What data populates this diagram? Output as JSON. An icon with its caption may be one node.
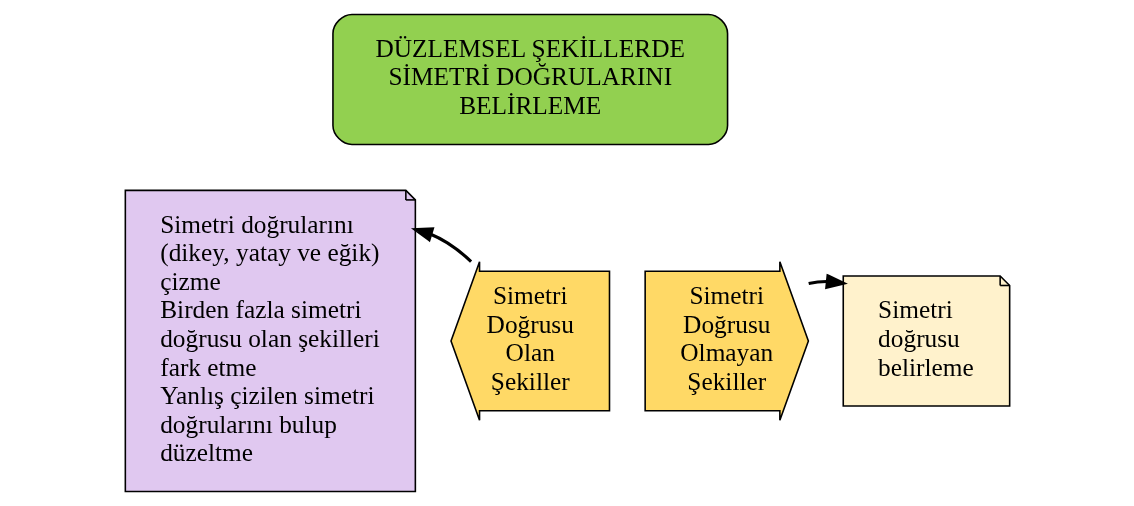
{
  "diagram": {
    "nodes": [
      {
        "text": [
          "DÜZLEMSEL ŞEKİLLERDE SİMETRİ DOĞRULARINI BELİRLEME"
        ]
      },
      {
        "text": [
          "Simetri doğrularını (dikey, yatay ve eğik) çizme",
          "Birden fazla simetri doğrusu olan şekilleri fark etme",
          "Yanlış çizilen simetri doğrularını bulup düzeltme"
        ]
      },
      {
        "text": [
          "Simetri Doğrusu Olan Şekiller"
        ]
      },
      {
        "text": [
          "Simetri Doğrusu Olmayan Şekiller"
        ]
      },
      {
        "text": [
          "Simetri doğrusu belirleme"
        ]
      }
    ],
    "edges": [
      {
        "from": 2,
        "to": 1,
        "arrow": "to"
      },
      {
        "from": 3,
        "to": 4,
        "arrow": "to"
      }
    ]
  }
}
